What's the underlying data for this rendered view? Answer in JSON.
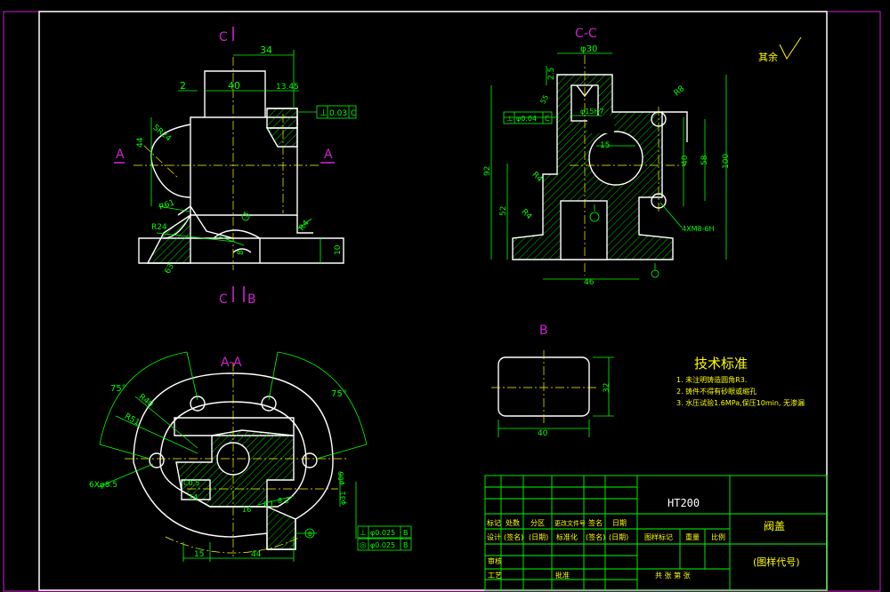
{
  "colors": {
    "frame": "#d020d0",
    "line": "#ffffff",
    "green": "#00ff00",
    "hatch": "#00ff00",
    "yellow": "#ffff00",
    "section": "#d020d0",
    "table": "#00ff00",
    "dim": "#00ff00"
  },
  "views": {
    "section_mark_top": "C",
    "section_mark_bottom": "C",
    "b_arrow": "B",
    "a_left": "A",
    "a_right": "A",
    "cc_title": "C-C",
    "aa_title": "A-A",
    "b_title": "B"
  },
  "front_dims": {
    "d34": "34",
    "d40": "40",
    "d2": "2",
    "d13": "13.45",
    "tol": "0.03",
    "tol_ref": "C",
    "d44": "44",
    "sr24": "SR24",
    "r61": "R61",
    "r24": "R24",
    "r4": "R4",
    "d8": "8",
    "d10": "10",
    "d63": "63"
  },
  "cc_dims": {
    "d30": "φ30",
    "d25": "2.5",
    "d55": "55",
    "d15h7": "φ15H7",
    "tol": "φ0.04",
    "tol_ref": "C",
    "r8": "R8",
    "r4a": "R4",
    "r4b": "R4",
    "d15": "15",
    "d40": "40",
    "d58": "58",
    "d100": "100",
    "d92": "92",
    "d52": "52",
    "d46": "46",
    "thread": "4XM8-6H"
  },
  "aa_dims": {
    "a75l": "75°",
    "a75r": "75°",
    "r40": "R40",
    "r51": "R51",
    "holes": "6Xφ8.5",
    "c05": "C0.5",
    "c1": "C1",
    "d15": "15",
    "d44": "44",
    "d14": "14",
    "d16": "16",
    "d06": "φ06",
    "d31": "φ31",
    "d83": "8.3",
    "tol1": "φ0.025",
    "tol1_ref": "B",
    "tol2": "φ0.025",
    "tol2_ref": "B",
    "datum": "B"
  },
  "b_dims": {
    "d40": "40",
    "d32": "32"
  },
  "roughness": {
    "label": "其余"
  },
  "tech": {
    "title": "技术标准",
    "items": [
      "1. 未注明铸造圆角R3.",
      "2. 铸件不得有砂眼或缩孔",
      "3. 水压试验1.6MPa,保压10min, 无渗漏"
    ]
  },
  "titleblock": {
    "material": "HT200",
    "part_name": "阀盖",
    "drawing_no": "(图样代号)",
    "r1": [
      "标记",
      "处数",
      "分区",
      "更改文件号",
      "签名",
      "日期"
    ],
    "r2": [
      "设计",
      "(签名)",
      "(日期)",
      "标准化",
      "(签名)",
      "(日期)"
    ],
    "stage_label": "图样标记",
    "weight_label": "重量",
    "scale_label": "比例",
    "review": "审核",
    "process": "工艺",
    "approve": "批准",
    "sheet_label": "共  张  第  张"
  }
}
